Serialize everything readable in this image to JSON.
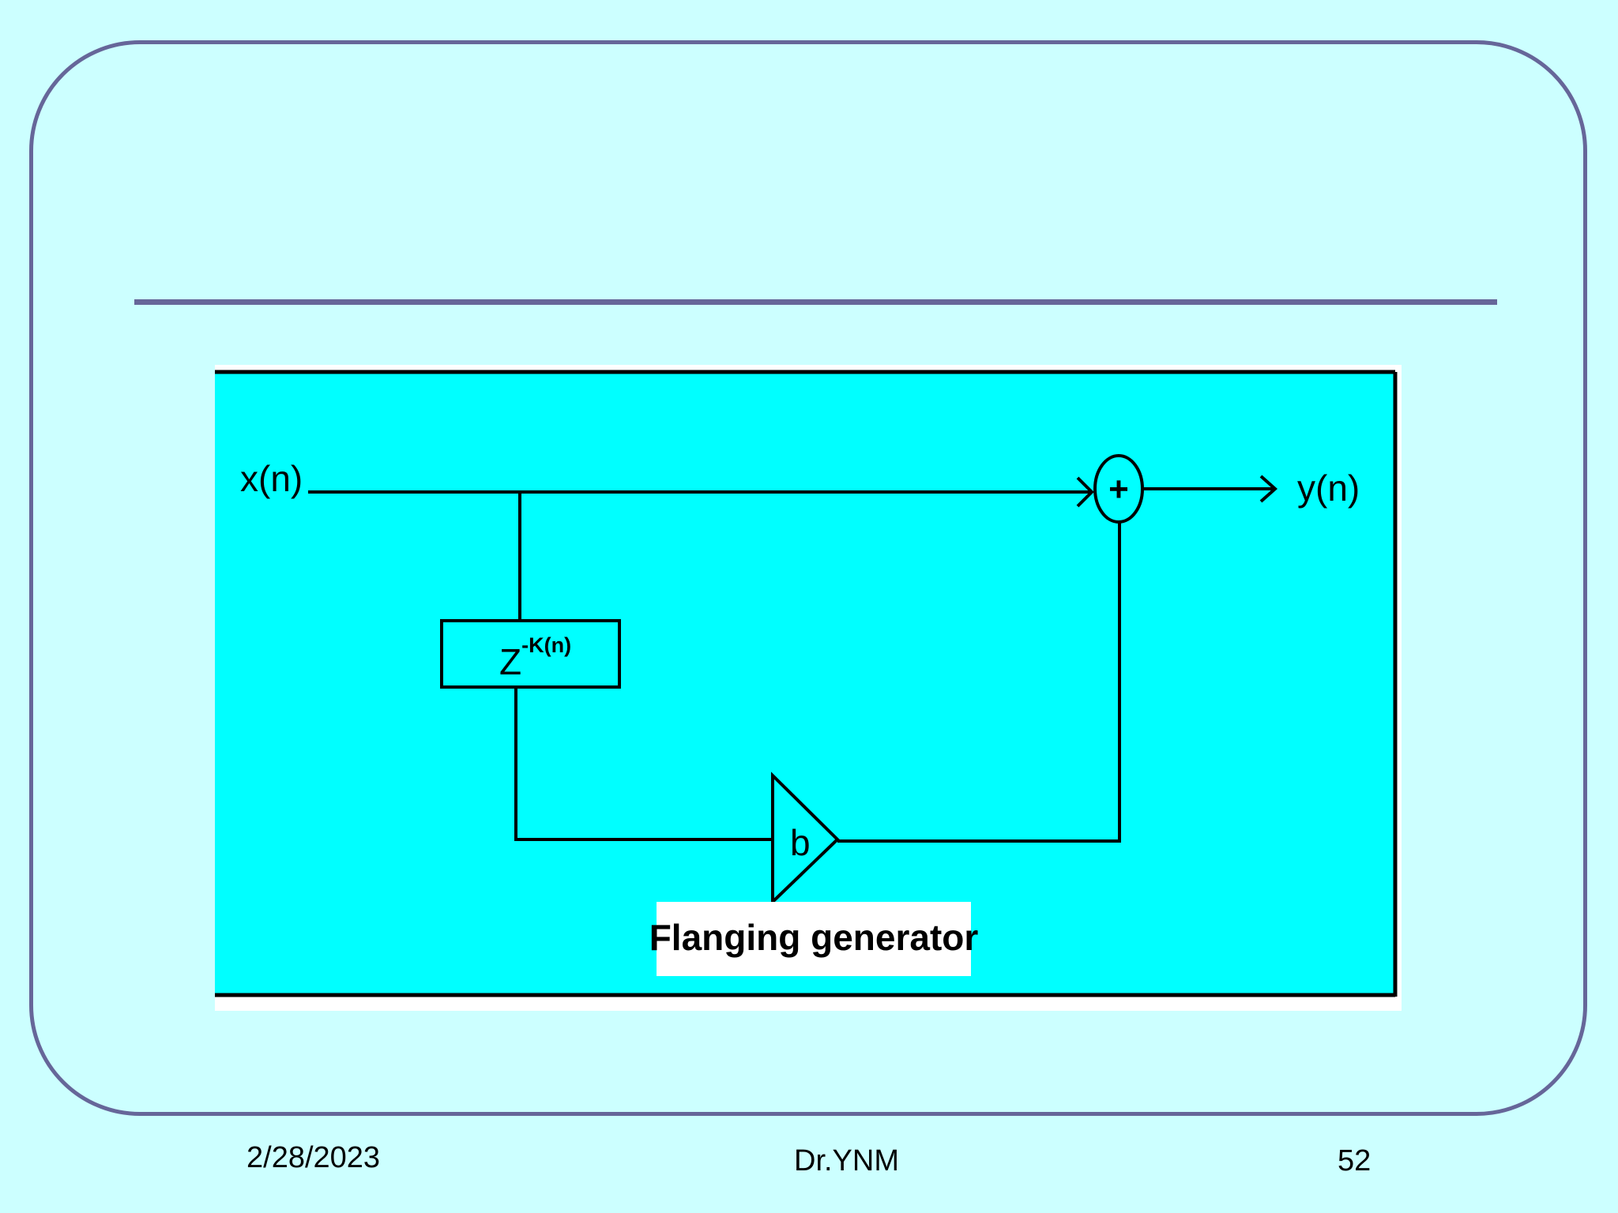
{
  "diagram": {
    "input_label": "x(n)",
    "output_label": "y(n)",
    "delay_base": "Z",
    "delay_exponent": "-K(n)",
    "gain_label": "b",
    "adder_symbol": "+",
    "caption": "Flanging generator"
  },
  "footer": {
    "date": "2/28/2023",
    "author": "Dr.YNM",
    "page_number": "52"
  },
  "colors": {
    "slide_background": "#ccffff",
    "frame_border": "#666699",
    "diagram_background": "#00ffff",
    "line_color": "#000000"
  }
}
